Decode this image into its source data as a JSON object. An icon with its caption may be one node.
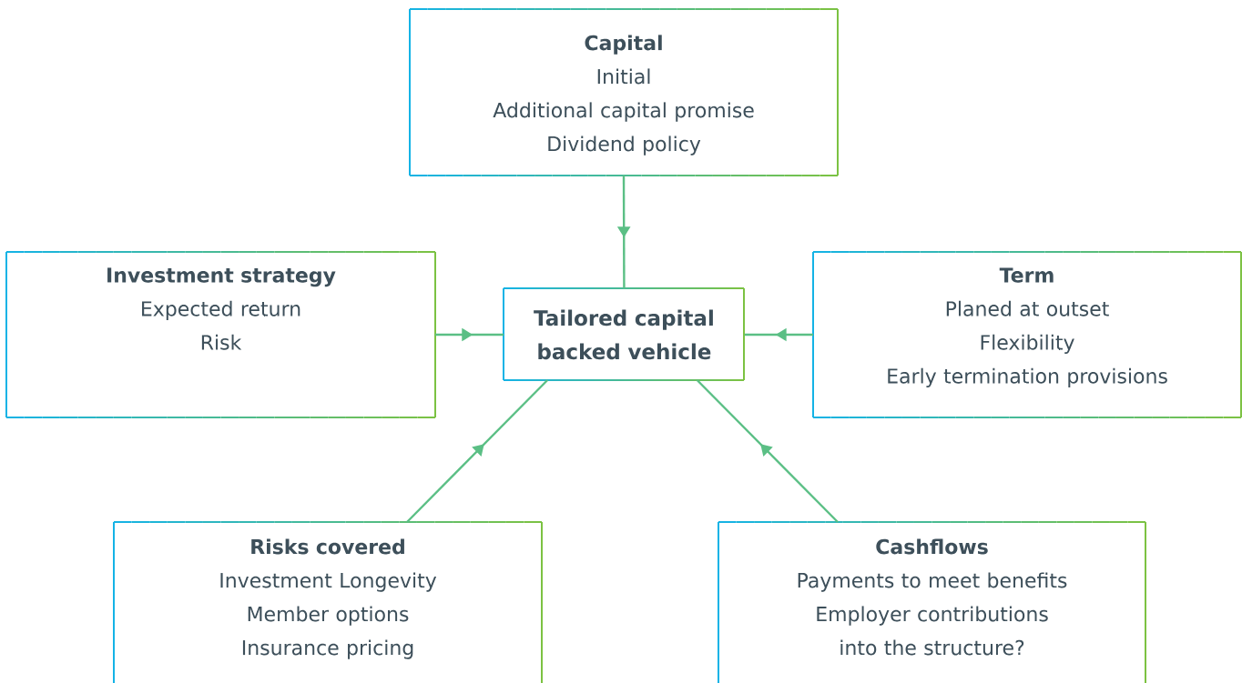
{
  "diagram": {
    "nodes": [
      {
        "text": [
          "Capital",
          "Initial",
          "Additional capital promise",
          "Dividend policy"
        ]
      },
      {
        "text": [
          "Investment strategy",
          "Expected return",
          "Risk"
        ]
      },
      {
        "text": [
          "Tailored capital backed vehicle"
        ]
      },
      {
        "text": [
          "Term",
          "Planed at outset",
          "Flexibility",
          "Early termination provisions"
        ]
      },
      {
        "text": [
          "Risks covered",
          "Investment Longevity",
          "Member options",
          "Insurance pricing"
        ]
      },
      {
        "text": [
          "Cashflows",
          "Payments to meet benefits",
          "Employer contributions into the structure?"
        ]
      }
    ],
    "edges": [
      {
        "from": 0,
        "to": 2,
        "arrow": "to"
      },
      {
        "from": 1,
        "to": 2,
        "arrow": "to"
      },
      {
        "from": 3,
        "to": 2,
        "arrow": "to"
      },
      {
        "from": 4,
        "to": 2,
        "arrow": "to"
      },
      {
        "from": 5,
        "to": 2,
        "arrow": "to"
      }
    ]
  }
}
